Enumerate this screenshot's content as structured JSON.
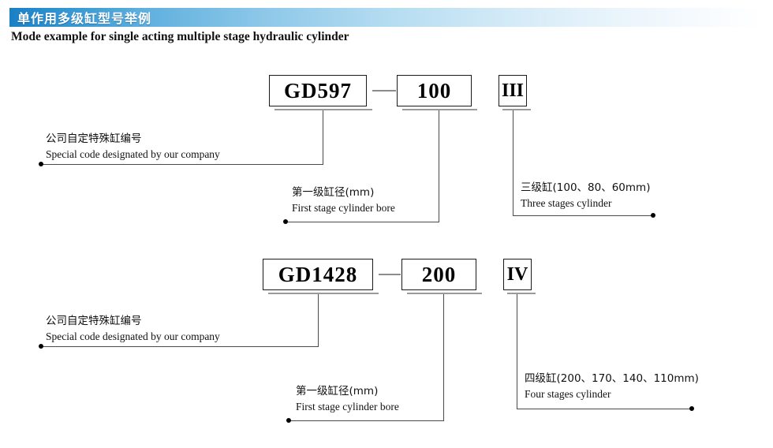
{
  "header": {
    "title_cn": "单作用多级缸型号举例",
    "subtitle_en": "Mode example for single acting multiple stage hydraulic cylinder",
    "banner_color_start": "#1b7fc4",
    "banner_color_end": "#ffffff",
    "title_color": "#ffffff"
  },
  "rows": [
    {
      "boxes": {
        "code": "GD597",
        "bore": "100",
        "stage": "III"
      },
      "annotations": {
        "code": {
          "cn": "公司自定特殊缸编号",
          "en": "Special code designated by our company"
        },
        "bore": {
          "cn": "第一级缸径(mm)",
          "en": "First stage cylinder bore"
        },
        "stage": {
          "cn": "三级缸(100、80、60mm)",
          "en": "Three stages cylinder"
        }
      }
    },
    {
      "boxes": {
        "code": "GD1428",
        "bore": "200",
        "stage": "IV"
      },
      "annotations": {
        "code": {
          "cn": "公司自定特殊缸编号",
          "en": "Special code designated by our company"
        },
        "bore": {
          "cn": "第一级缸径(mm)",
          "en": "First stage cylinder bore"
        },
        "stage": {
          "cn": "四级缸(200、170、140、110mm)",
          "en": "Four stages cylinder"
        }
      }
    }
  ],
  "style": {
    "line_color": "#4a4a4a",
    "box_border_color": "#1a1a1a",
    "shadow_bar_color": "#9a9a9a",
    "dot_color": "#000000"
  }
}
